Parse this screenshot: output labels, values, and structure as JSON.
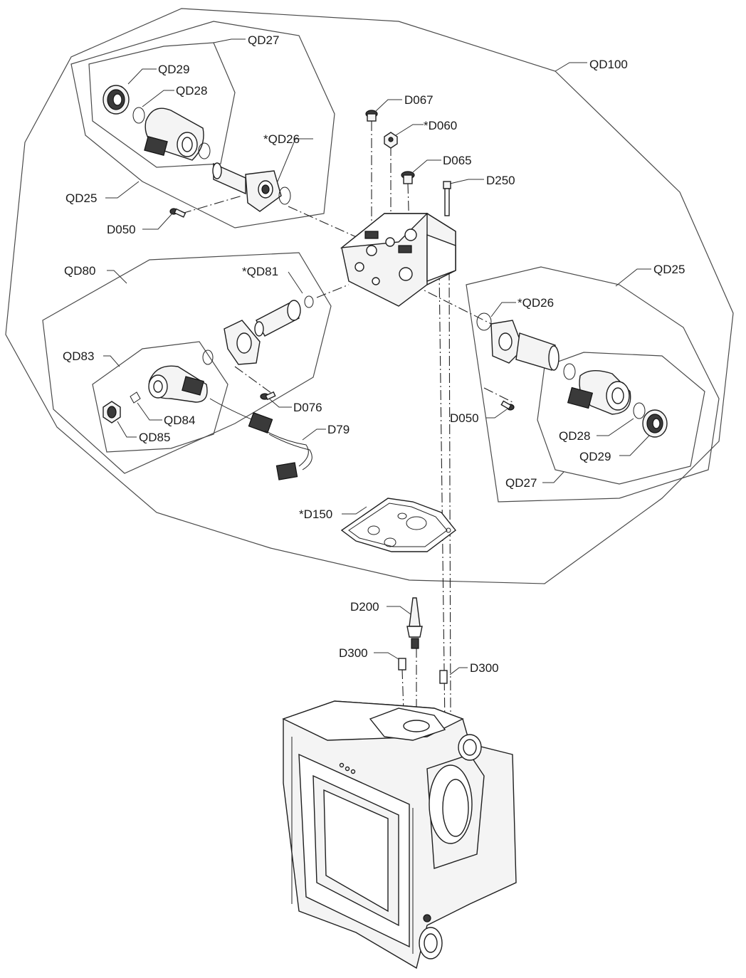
{
  "colors": {
    "line": "#1f1f1f",
    "boundary": "#4a4a4a",
    "background": "#ffffff"
  },
  "labels": {
    "qd100": "QD100",
    "qd27_left": "QD27",
    "qd29_left": "QD29",
    "qd28_left": "QD28",
    "qd26_left": "*QD26",
    "qd25_left": "QD25",
    "d050_left": "D050",
    "d067": "D067",
    "d060": "*D060",
    "d065": "D065",
    "d250": "D250",
    "qd80": "QD80",
    "qd81": "*QD81",
    "qd83": "QD83",
    "qd84": "QD84",
    "qd85": "QD85",
    "d076": "D076",
    "d79": "D79",
    "qd25_right": "QD25",
    "qd26_right": "*QD26",
    "d050_right": "D050",
    "qd28_right": "QD28",
    "qd29_right": "QD29",
    "qd27_right": "QD27",
    "d150": "*D150",
    "d200": "D200",
    "d300_left": "D300",
    "d300_right": "D300"
  }
}
